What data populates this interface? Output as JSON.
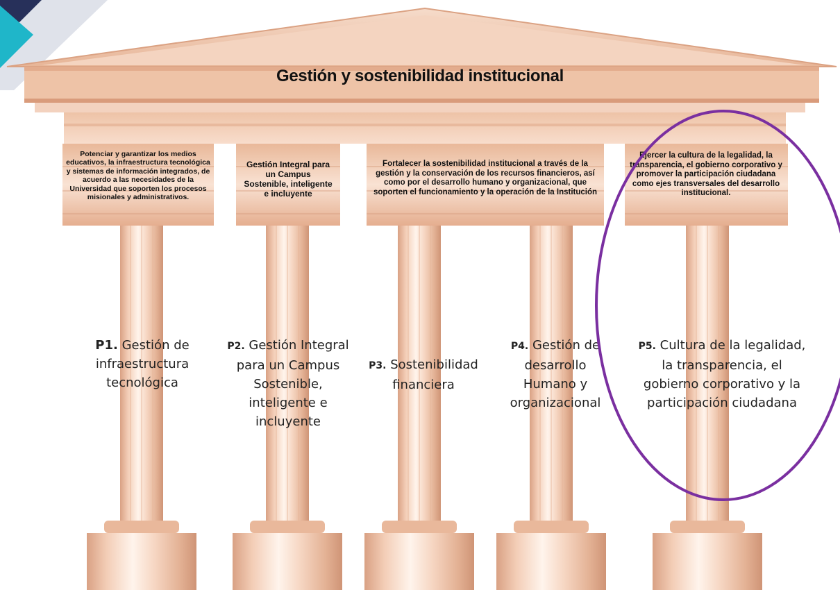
{
  "title": "Gestión y sostenibilidad institucional",
  "colors": {
    "pillar_light": "#fdeee4",
    "pillar_mid": "#f2c7ae",
    "pillar_dark": "#d9a184",
    "roof": "#eec3a7",
    "highlight": "#7a2fa0",
    "corner_teal": "#1fb6c9",
    "corner_navy": "#27305a"
  },
  "pillars": [
    {
      "code": "P1.",
      "name": "Gestión de infraestructura tecnológica",
      "description": "Potenciar y garantizar los medios educativos, la infraestructura tecnológica y sistemas de información integrados, de acuerdo a las necesidades de la Universidad que soporten los procesos misionales y administrativos."
    },
    {
      "code": "P2.",
      "name": "Gestión Integral para un Campus Sostenible, inteligente e incluyente",
      "description": "Gestión Integral para un Campus Sostenible, inteligente e incluyente"
    },
    {
      "code": "P3.",
      "name": "Sostenibilidad financiera",
      "description": "Fortalecer la sostenibilidad institucional a través de la gestión y la conservación de los recursos financieros, así como por el desarrollo humano y organizacional, que soporten el funcionamiento y la operación de la Institución"
    },
    {
      "code": "P4.",
      "name": "Gestión de desarrollo Humano y organizacional",
      "description": ""
    },
    {
      "code": "P5.",
      "name": "Cultura de la legalidad, la transparencia, el gobierno corporativo y la participación ciudadana",
      "description": "Ejercer la cultura de la legalidad, la transparencia, el gobierno corporativo y promover la participación ciudadana como ejes transversales del desarrollo institucional."
    }
  ],
  "highlighted_pillar": "P5."
}
